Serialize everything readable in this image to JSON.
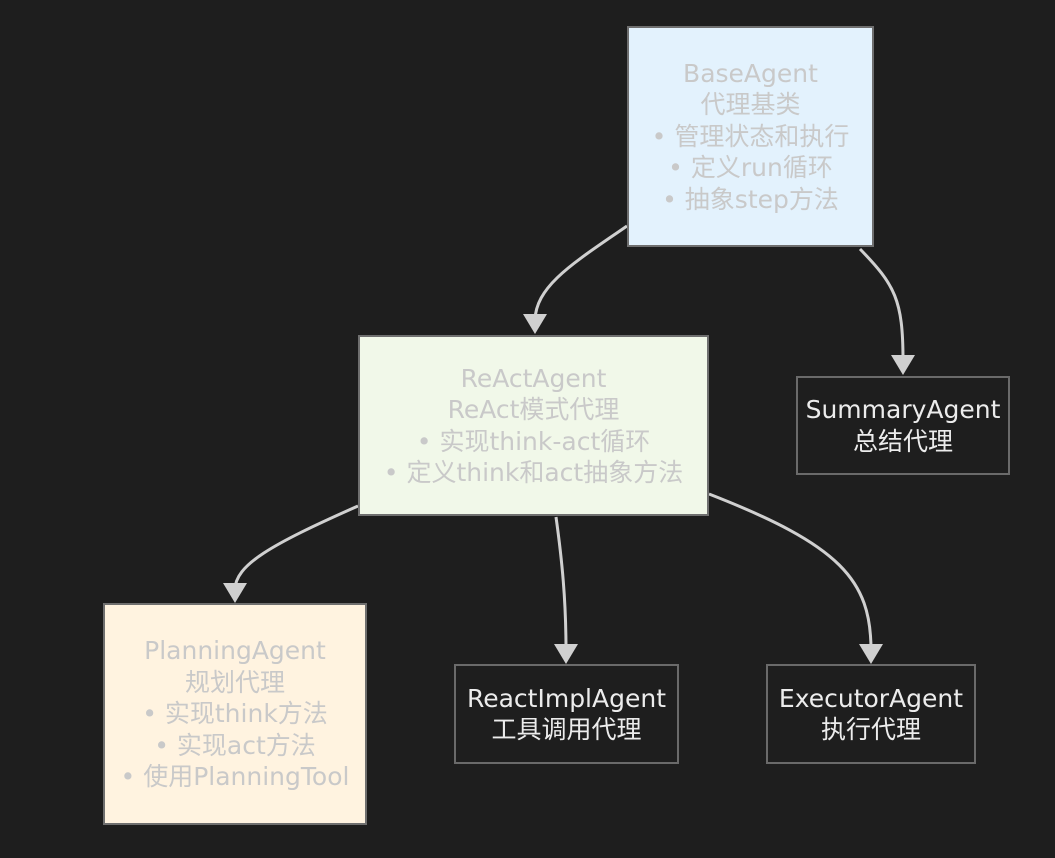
{
  "colors": {
    "background": "#1e1e1e",
    "edge": "#d0d0d0",
    "base_fill": "#e3f2fd",
    "react_fill": "#f1f8e9",
    "planning_fill": "#fff3e0",
    "light_node_text": "#c9c9c9",
    "dark_node_text": "#ececec"
  },
  "nodes": {
    "base": {
      "title": "BaseAgent",
      "subtitle": "代理基类",
      "bullets": [
        "• 管理状态和执行",
        "• 定义run循环",
        "• 抽象step方法"
      ]
    },
    "react": {
      "title": "ReActAgent",
      "subtitle": "ReAct模式代理",
      "bullets": [
        "• 实现think-act循环",
        "• 定义think和act抽象方法"
      ]
    },
    "summary": {
      "title": "SummaryAgent",
      "subtitle": "总结代理"
    },
    "planning": {
      "title": "PlanningAgent",
      "subtitle": "规划代理",
      "bullets": [
        "• 实现think方法",
        "• 实现act方法",
        "• 使用PlanningTool"
      ]
    },
    "reactimpl": {
      "title": "ReactImplAgent",
      "subtitle": "工具调用代理"
    },
    "executor": {
      "title": "ExecutorAgent",
      "subtitle": "执行代理"
    }
  },
  "edges": [
    {
      "from": "BaseAgent",
      "to": "ReActAgent"
    },
    {
      "from": "BaseAgent",
      "to": "SummaryAgent"
    },
    {
      "from": "ReActAgent",
      "to": "PlanningAgent"
    },
    {
      "from": "ReActAgent",
      "to": "ReactImplAgent"
    },
    {
      "from": "ReActAgent",
      "to": "ExecutorAgent"
    }
  ]
}
